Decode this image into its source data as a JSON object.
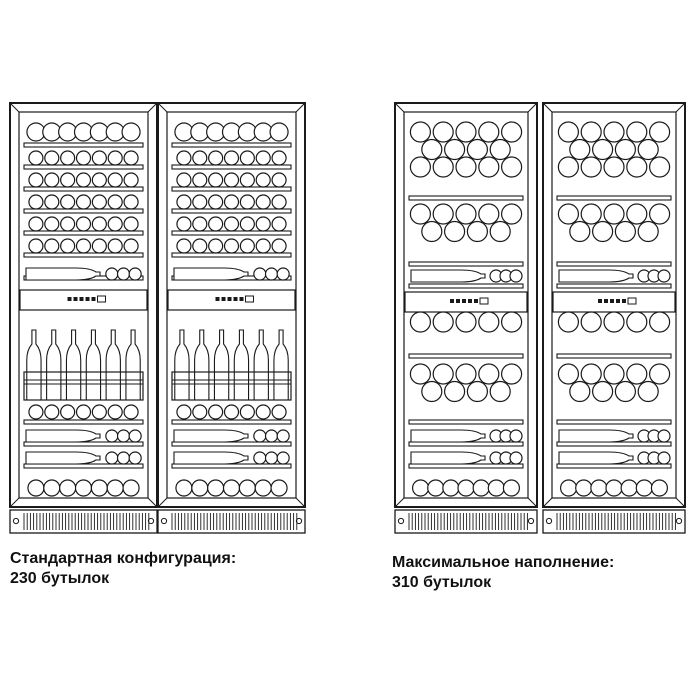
{
  "captions": {
    "standard": {
      "line1": "Стандартная конфигурация:",
      "line2": "230 бутылок"
    },
    "maximum": {
      "line1": "Максимальное наполнение:",
      "line2": "310 бутылок"
    }
  },
  "colors": {
    "line": "#1a1a1a",
    "background": "#ffffff"
  }
}
